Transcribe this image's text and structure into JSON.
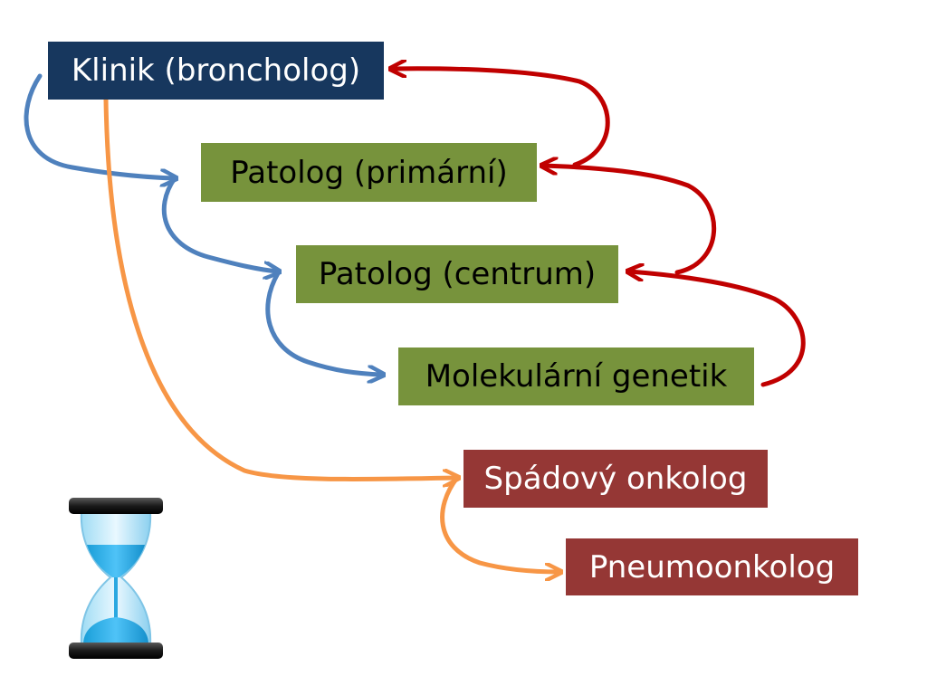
{
  "colors": {
    "clinician": "#17375e",
    "pathology": "#77933c",
    "oncology": "#953735",
    "flow_clinician": "#4f81bd",
    "flow_return": "#c00000",
    "flow_oncology": "#f79646",
    "text_dark": "#000000",
    "text_light": "#ffffff"
  },
  "nodes": {
    "klinik": {
      "label": "Klinik (broncholog)"
    },
    "patolog_primarni": {
      "label": "Patolog (primární)"
    },
    "patolog_centrum": {
      "label": "Patolog (centrum)"
    },
    "molekularni_genetik": {
      "label": "Molekulární genetik"
    },
    "spadovy_onkolog": {
      "label": "Spádový onkolog"
    },
    "pneumoonkolog": {
      "label": "Pneumoonkolog"
    }
  },
  "icons": {
    "hourglass": "hourglass-icon"
  }
}
